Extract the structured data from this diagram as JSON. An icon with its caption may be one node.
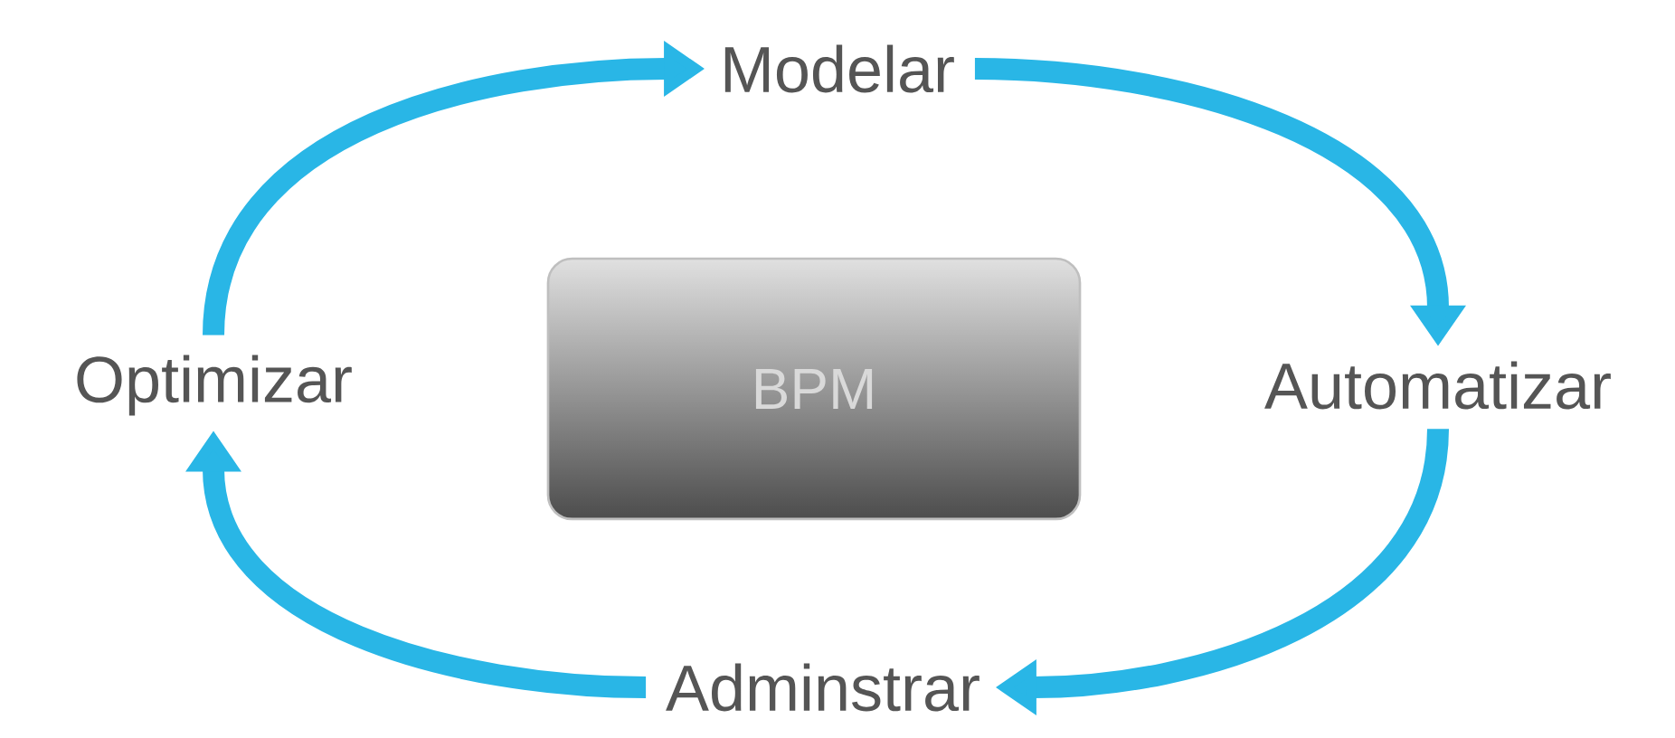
{
  "diagram": {
    "nodes": [
      {
        "text": [
          "Modelar"
        ]
      },
      {
        "text": [
          "Automatizar"
        ]
      },
      {
        "text": [
          "Adminstrar"
        ]
      },
      {
        "text": [
          "Optimizar"
        ]
      },
      {
        "text": [
          "BPM"
        ]
      }
    ],
    "edges": [
      {
        "from": 0,
        "to": 1,
        "arrow": "to"
      },
      {
        "from": 1,
        "to": 2,
        "arrow": "to"
      },
      {
        "from": 2,
        "to": 3,
        "arrow": "to"
      },
      {
        "from": 3,
        "to": 0,
        "arrow": "to"
      }
    ]
  }
}
